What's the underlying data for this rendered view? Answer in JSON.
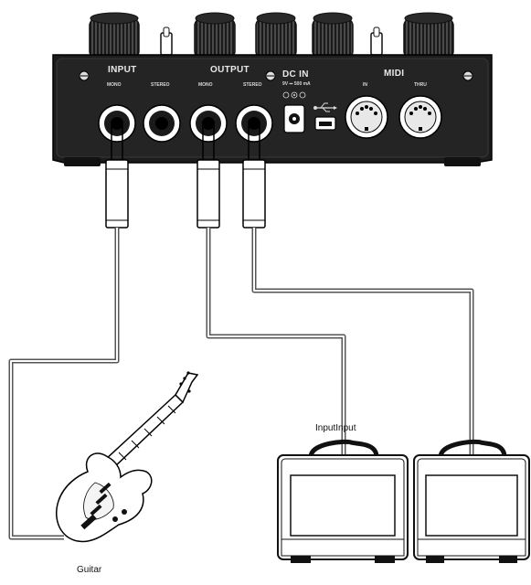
{
  "panel": {
    "input_label": "INPUT",
    "output_label": "OUTPUT",
    "dcin_label": "DC IN",
    "dcin_spec": "9V ⎓ 500 mA",
    "midi_label": "MIDI",
    "mono_label": "MONO",
    "stereo_label": "STEREO",
    "midi_in_label": "IN",
    "midi_thru_label": "THRU",
    "usb_icon": "usb-icon",
    "polarity_icon": "dc-polarity-icon"
  },
  "labels": {
    "amp": "InputInput",
    "guitar": "Guitar"
  },
  "colors": {
    "pedal": "#1c1c1c",
    "panel": "#222222",
    "cable": "#555555",
    "outline": "#111111"
  }
}
